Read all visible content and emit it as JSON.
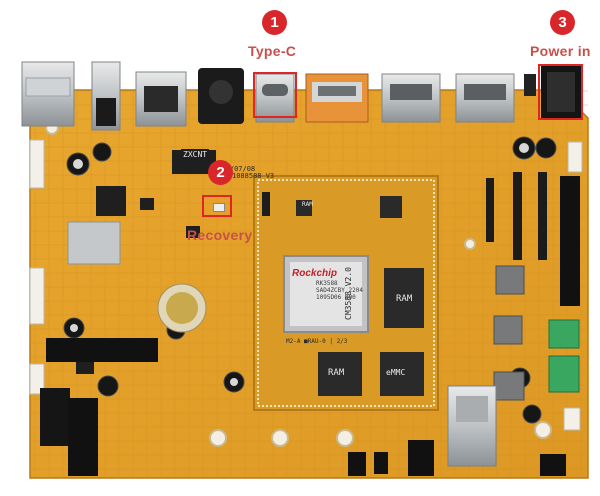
{
  "markers": [
    {
      "number": "1",
      "label": "Type-C"
    },
    {
      "number": "2",
      "label": "Recovery"
    },
    {
      "number": "3",
      "label": "Power in"
    }
  ],
  "board": {
    "brand_logo": "Rockchip",
    "chip_marking_lines": [
      "RK3588",
      "SAD4ZCBY 2204",
      "1095D06 000"
    ],
    "core_module_label": "CM3588 V2.0",
    "board_model": "1088588 V3",
    "board_date": "2023/07/08",
    "vendor_mark": "ZXCNT",
    "ram_label_1": "RAM",
    "ram_label_2": "RAM",
    "ram_label_3": "RAM",
    "emmc_label": "eMMC",
    "m2_label": "M2-A ■RAU-0 | 2/3"
  },
  "colors": {
    "pcb": "#e3a12a",
    "pcb_dark": "#c9861c",
    "marker": "#d9262a",
    "marker_label": "#c7504a",
    "highlight": "#e02525"
  }
}
